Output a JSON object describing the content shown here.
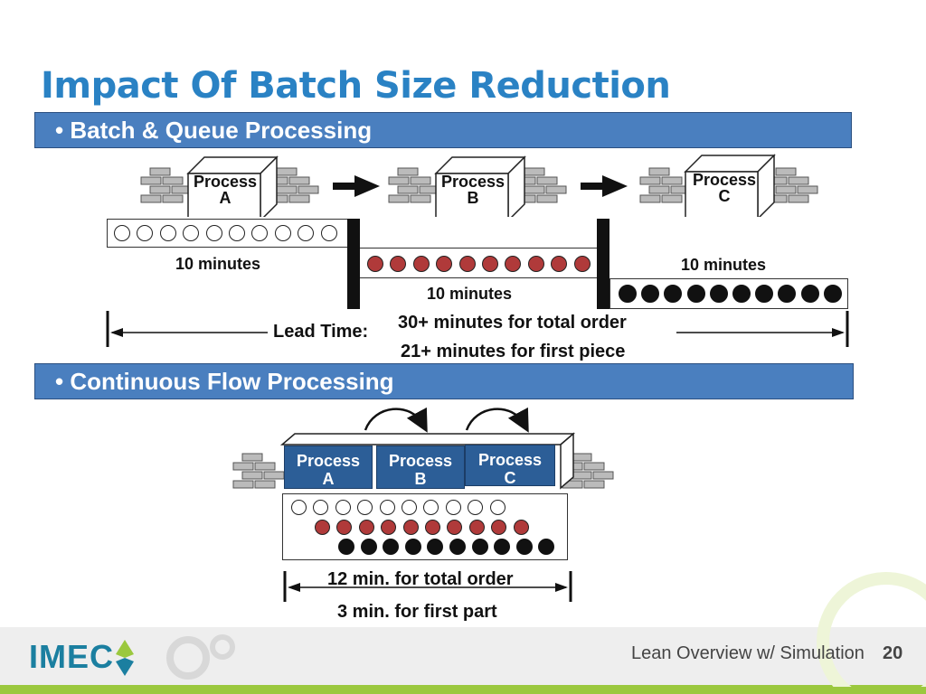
{
  "title": "Impact Of Batch Size Reduction",
  "batch": {
    "heading": "• Batch & Queue Processing",
    "process_word": "Process",
    "processes": [
      "A",
      "B",
      "C"
    ],
    "time_a": "10 minutes",
    "time_b": "10 minutes",
    "time_c": "10 minutes",
    "lead_label": "Lead Time:",
    "lead_total": "30+ minutes for total order",
    "lead_first": "21+ minutes for first piece",
    "pieces_per_batch": 10
  },
  "flow": {
    "heading": "• Continuous Flow Processing",
    "process_word": "Process",
    "processes": [
      "A",
      "B",
      "C"
    ],
    "total": "12 min. for total order",
    "first": "3 min. for first part"
  },
  "footer": {
    "logo": "IMEC",
    "text": "Lean Overview w/ Simulation",
    "page": "20"
  },
  "colors": {
    "title": "#2a82c4",
    "band": "#4a7fbf",
    "wip_red": "#b03a3a",
    "done_black": "#111111",
    "flow_box": "#2c5e97",
    "footer_green": "#9bc83e"
  }
}
